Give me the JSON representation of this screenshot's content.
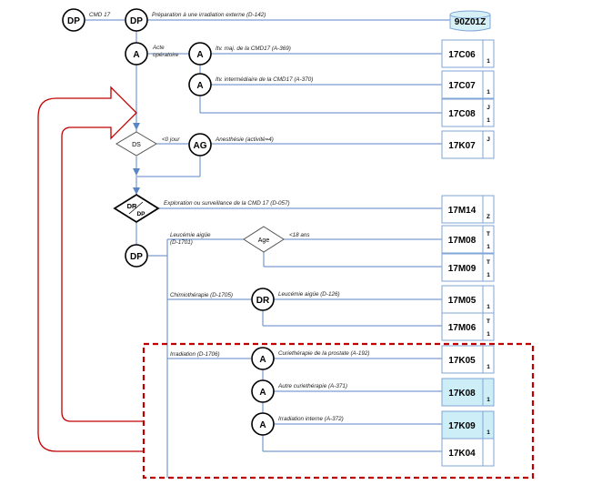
{
  "header": {
    "start_node": "DP",
    "start_label": "CMD 17",
    "prep_node": "DP",
    "prep_label": "Préparation à une irradiation externe (D-142)",
    "prep_result": "90Z01Z"
  },
  "acte_block": {
    "node": "A",
    "label_line1": "Acte",
    "label_line2": "opératoire",
    "items": [
      {
        "node": "A",
        "label": "Itv. maj. de la CMD17 (A-369)",
        "code": "17C06",
        "sev": [
          "",
          "1"
        ]
      },
      {
        "node": "A",
        "label": "Itv. intermédiaire de la CMD17 (A-370)",
        "code": "17C07",
        "sev": [
          "",
          "1"
        ]
      },
      {
        "node": "",
        "label": "",
        "code": "17C08",
        "sev": [
          "J",
          "1"
        ]
      }
    ]
  },
  "ds_block": {
    "node": "DS",
    "condition": "<0 jour",
    "ag_node": "AG",
    "ag_label": "Anesthésie (activité=4)",
    "code": "17K07",
    "sev": [
      "J",
      ""
    ]
  },
  "drdp_block": {
    "node_top": "DR",
    "node_bottom": "DP",
    "label": "Exploration ou surveillance de la CMD 17 (D-057)",
    "code": "17M14",
    "sev": [
      "",
      "Z"
    ]
  },
  "dp_block": {
    "node": "DP",
    "leucemie": {
      "label_line1": "Leucémie aigüe",
      "label_line2": "(D-1701)",
      "age_node": "Age",
      "age_condition": "<18 ans",
      "codes": [
        {
          "code": "17M08",
          "sev": [
            "T",
            "1"
          ]
        },
        {
          "code": "17M09",
          "sev": [
            "T",
            "1"
          ]
        }
      ]
    },
    "chimio": {
      "label": "Chimiothérapie (D-1705)",
      "dr_node": "DR",
      "dr_label": "Leucémie aigüe (D-126)",
      "codes": [
        {
          "code": "17M05",
          "sev": [
            "",
            "1"
          ]
        },
        {
          "code": "17M06",
          "sev": [
            "T",
            "1"
          ]
        }
      ]
    },
    "irradiation": {
      "label": "Irradiation (D-1706)",
      "items": [
        {
          "node": "A",
          "label": "Curiethérapie de la prostate  (A-192)",
          "code": "17K05",
          "sev": [
            "",
            "1"
          ],
          "highlight": false
        },
        {
          "node": "A",
          "label": "Autre curiethérapie (A-371)",
          "code": "17K08",
          "sev": [
            "",
            "1"
          ],
          "highlight": true
        },
        {
          "node": "A",
          "label": "Irradiation interne (A-372)",
          "code": "17K09",
          "sev": [
            "",
            "1"
          ],
          "highlight": true
        },
        {
          "node": "",
          "label": "",
          "code": "17K04",
          "sev": [
            "",
            ""
          ],
          "highlight": false
        }
      ]
    }
  },
  "colors": {
    "line": "#5b86c5",
    "box_border": "#7fa6d6",
    "highlight_fill": "#cdeef7",
    "loop_arrow": "#c00000",
    "dashed_frame": "#c00000",
    "db_fill": "#d6f0f6"
  }
}
